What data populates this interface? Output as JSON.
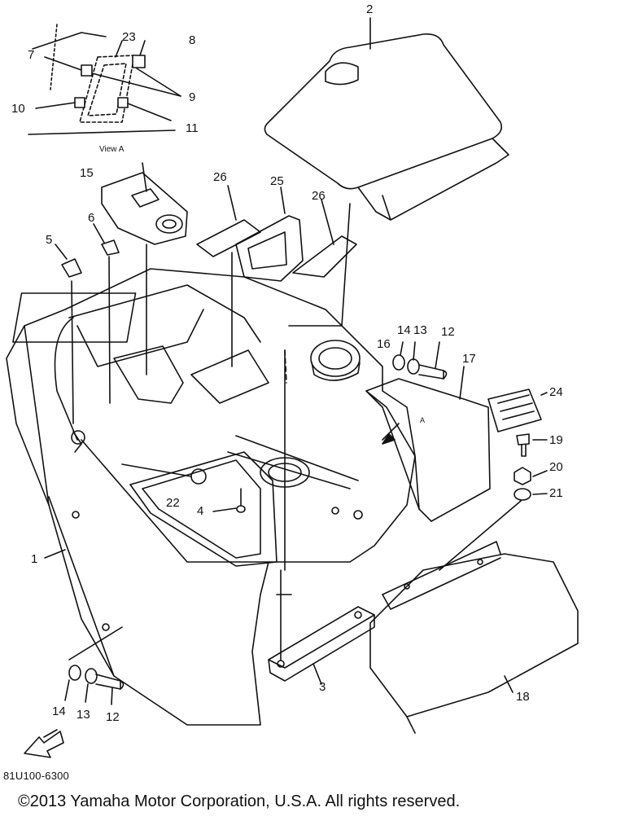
{
  "diagram": {
    "view_label": "View A",
    "drawing_code": "81U100-6300",
    "copyright": "©2013 Yamaha Motor Corporation, U.S.A. All rights reserved.",
    "direction_marker": "A",
    "callouts": {
      "c1": "1",
      "c2": "2",
      "c3": "3",
      "c4": "4",
      "c5": "5",
      "c6": "6",
      "c7": "7",
      "c8": "8",
      "c9": "9",
      "c10": "10",
      "c11": "11",
      "c12a": "12",
      "c12b": "12",
      "c13a": "13",
      "c13b": "13",
      "c14a": "14",
      "c14b": "14",
      "c15": "15",
      "c16": "16",
      "c17": "17",
      "c18": "18",
      "c19": "19",
      "c20": "20",
      "c21": "21",
      "c22": "22",
      "c23": "23",
      "c24": "24",
      "c25": "25",
      "c26a": "26",
      "c26b": "26"
    }
  }
}
